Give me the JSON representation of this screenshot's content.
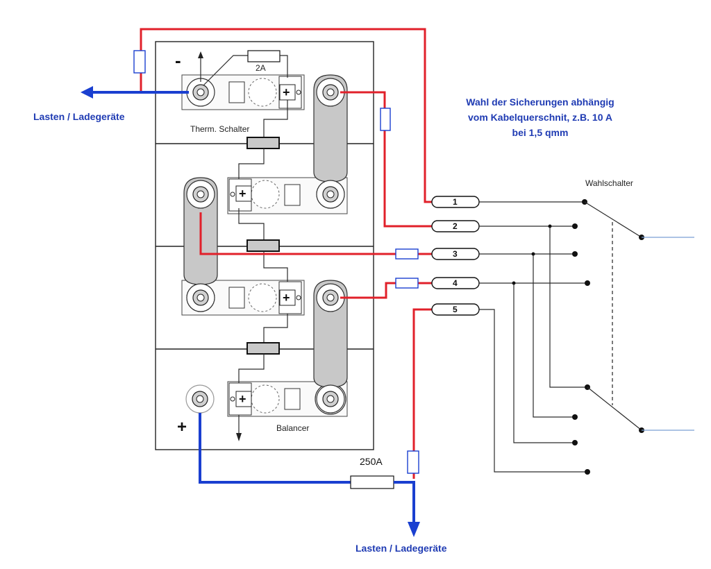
{
  "labels": {
    "minus": "-",
    "plus": "+",
    "fuse_2a": "2A",
    "therm_schalter": "Therm. Schalter",
    "balancer": "Balancer",
    "fuse_250a": "250A",
    "wahlschalter": "Wahlschalter",
    "lasten_top": "Lasten / Ladegeräte",
    "lasten_bottom": "Lasten / Ladegeräte",
    "note_line1": "Wahl der Sicherungen abhängig",
    "note_line2": "vom Kabelquerschnit, z.B. 10 A",
    "note_line3": "bei 1,5 qmm"
  },
  "fuses": [
    "1",
    "2",
    "3",
    "4",
    "5"
  ],
  "colors": {
    "positive_wire": "#e1202a",
    "load_wire": "#1a3fd0",
    "note_text": "#1f3bb3"
  }
}
